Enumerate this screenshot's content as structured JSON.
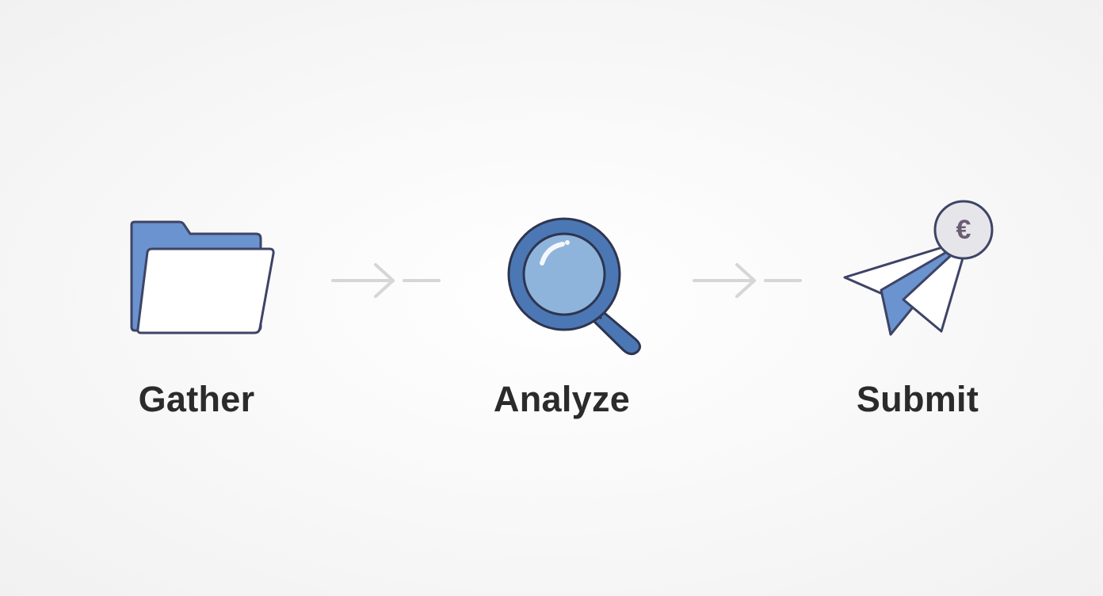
{
  "steps": [
    {
      "label": "Gather",
      "icon": "folder-icon"
    },
    {
      "label": "Analyze",
      "icon": "magnifying-glass-icon"
    },
    {
      "label": "Submit",
      "icon": "paper-plane-icon",
      "badge": "€"
    }
  ],
  "connectors": [
    "arrow-connector",
    "arrow-connector"
  ],
  "colors": {
    "accent_blue": "#4b78b4",
    "light_blue": "#8fb4dc",
    "outline": "#3e4466",
    "badge_fill": "#e6e6ea",
    "badge_text": "#6b5c74",
    "text": "#2b2b2b",
    "connector": "#d6d6d6"
  }
}
